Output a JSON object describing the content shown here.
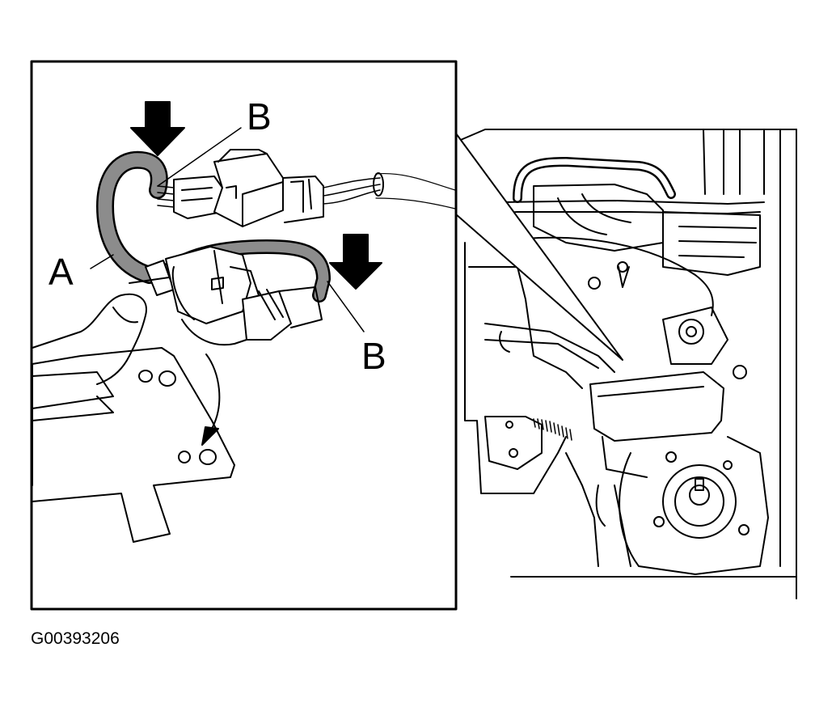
{
  "callouts": {
    "b_top": "B",
    "b_bottom": "B",
    "a": "A"
  },
  "figure_id": "G00393206",
  "colors": {
    "ink": "#000000",
    "paper": "#ffffff",
    "harness_fill": "#8c8c8c"
  }
}
